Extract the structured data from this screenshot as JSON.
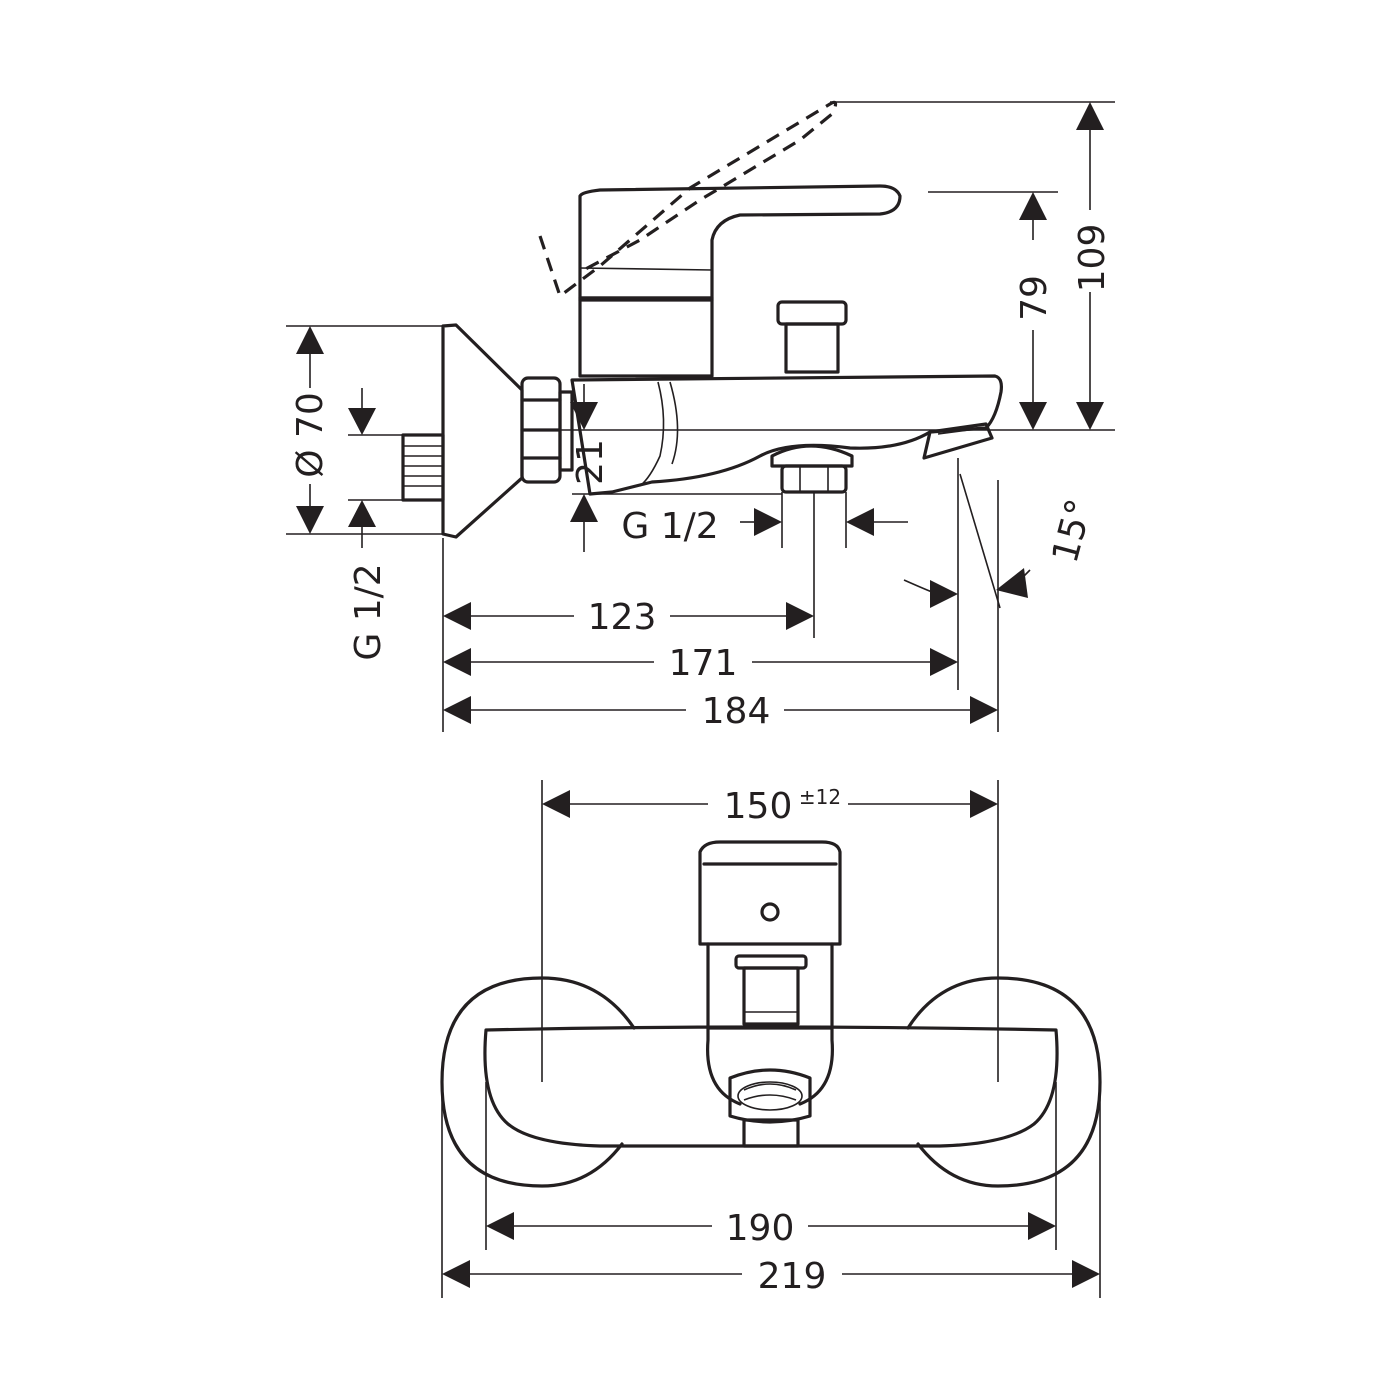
{
  "side_view": {
    "dims": {
      "height_total": "109",
      "height_handle": "79",
      "flange_diameter": "Ø 70",
      "inlet_thread": "G 1/2",
      "spout_offset": "21",
      "outlet_thread": "G 1/2",
      "angle": "15°",
      "depth_outlet": "123",
      "depth_spout_tip": "171",
      "depth_total": "184"
    }
  },
  "front_view": {
    "dims": {
      "centres": "150",
      "centres_tolerance": "±12",
      "body_width": "190",
      "overall_width": "219"
    }
  },
  "colors": {
    "line": "#231f20",
    "background": "#ffffff"
  }
}
